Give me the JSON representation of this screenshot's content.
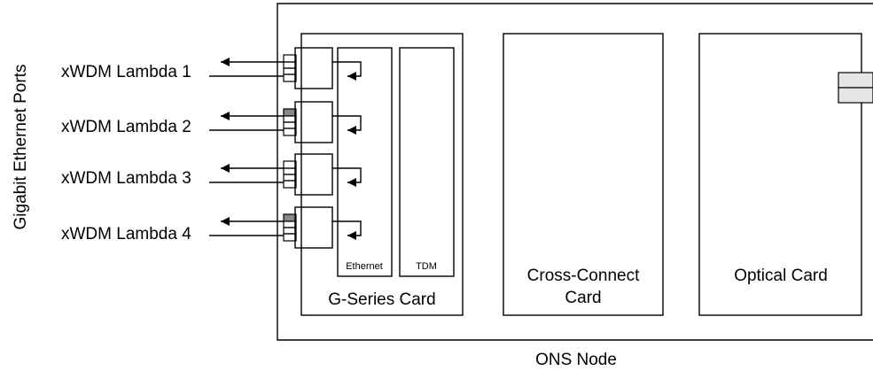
{
  "axis_label": "Gigabit Ethernet Ports",
  "lambdas": [
    {
      "label": "xWDM Lambda 1"
    },
    {
      "label": "xWDM Lambda 2"
    },
    {
      "label": "xWDM Lambda 3"
    },
    {
      "label": "xWDM Lambda 4"
    }
  ],
  "node_label": "ONS Node",
  "gseries": {
    "label": "G-Series Card",
    "ethernet_label": "Ethernet",
    "tdm_label": "TDM"
  },
  "cross_connect": {
    "line1": "Cross-Connect",
    "line2": "Card"
  },
  "optical": {
    "label": "Optical Card"
  },
  "colors": {
    "stroke": "#000000",
    "port_grey": "#888888",
    "connector_fill": "#e6e6e6"
  }
}
